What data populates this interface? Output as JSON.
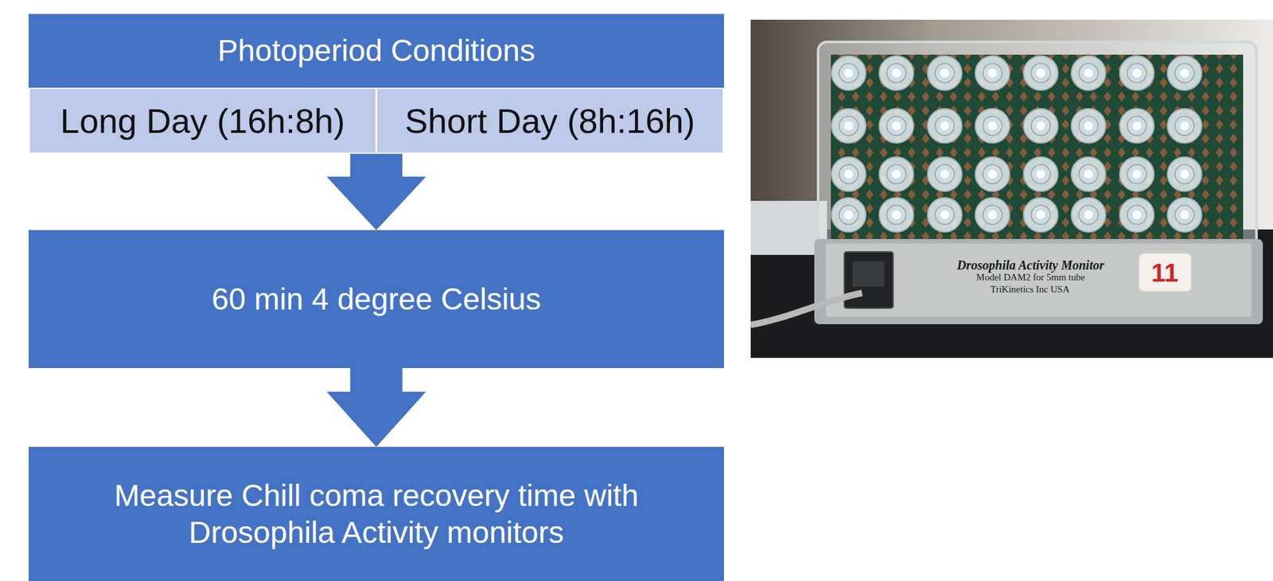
{
  "diagram": {
    "nodes": [
      {
        "text": [
          "Photoperiod Conditions"
        ]
      },
      {
        "text": [
          "Long Day (16h:8h)"
        ],
        "in": 0
      },
      {
        "text": [
          "Short Day (8h:16h)"
        ],
        "in": 0
      },
      {
        "text": [
          "60 min 4 degree Celsius"
        ]
      },
      {
        "text": [
          "Measure Chill coma recovery time with Drosophila Activity monitors"
        ]
      }
    ],
    "edges": [
      {
        "from": 0,
        "to": 3,
        "arrow": "to"
      },
      {
        "from": 3,
        "to": 4,
        "arrow": "to"
      }
    ],
    "labels": [
      "Drosophila Activity Monitor",
      "Model DAM2 for 5mm tube",
      "TriKinetics Inc USA",
      "11"
    ]
  }
}
